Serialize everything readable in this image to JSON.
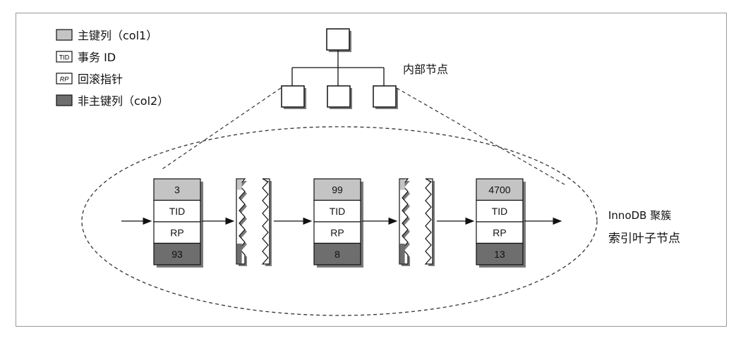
{
  "legend": {
    "items": [
      {
        "key": "pk",
        "label": "主键列（col1）",
        "swatch_text": ""
      },
      {
        "key": "tid",
        "label": "事务 ID",
        "swatch_text": "TID"
      },
      {
        "key": "rp",
        "label": "回滚指针",
        "swatch_text": "RP"
      },
      {
        "key": "col2",
        "label": "非主键列（col2）",
        "swatch_text": ""
      }
    ]
  },
  "labels": {
    "internal_nodes": "内部节点",
    "leaf_line1": "InnoDB 聚簇",
    "leaf_line2": "索引叶子节点"
  },
  "rows": [
    {
      "pk": "3",
      "tid": "TID",
      "rp": "RP",
      "col2": "93"
    },
    {
      "pk": "99",
      "tid": "TID",
      "rp": "RP",
      "col2": "8"
    },
    {
      "pk": "4700",
      "tid": "TID",
      "rp": "RP",
      "col2": "13"
    }
  ],
  "colors": {
    "pk": "#c4c4c4",
    "col2": "#6e6e6e",
    "white": "#ffffff",
    "stroke": "#111111",
    "shadow": "#7a7a7a"
  }
}
